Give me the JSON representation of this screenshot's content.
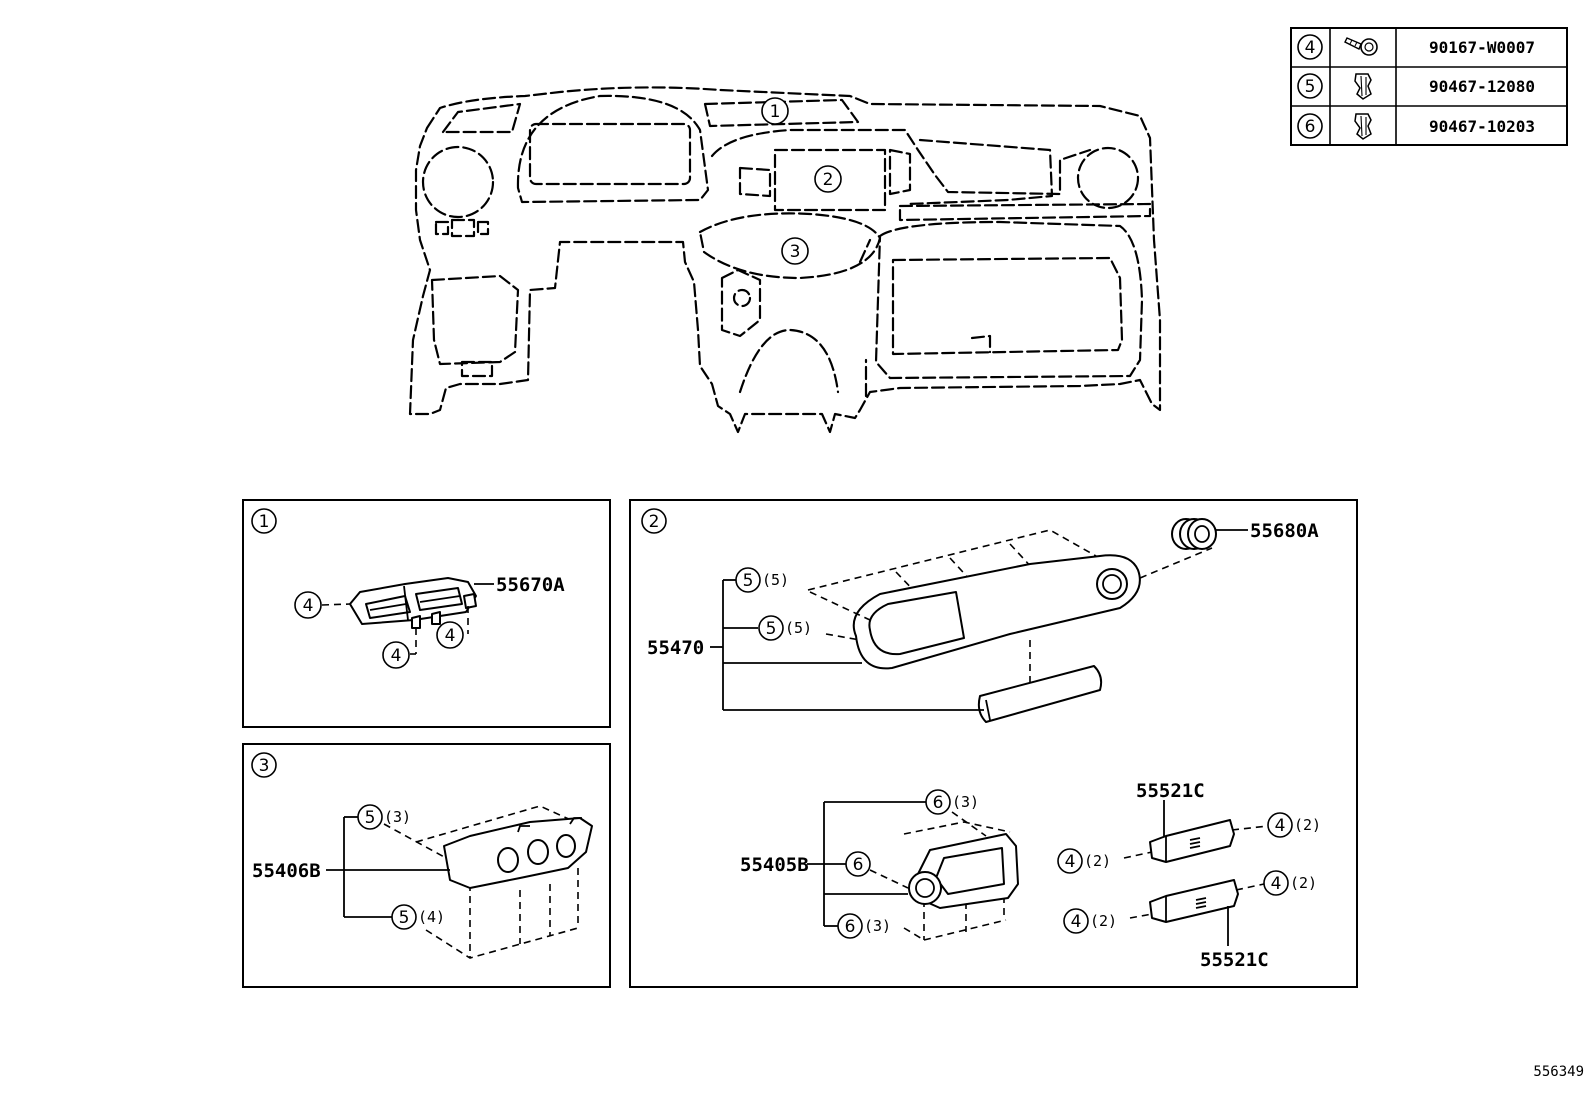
{
  "fastener_table": [
    {
      "ref": "4",
      "icon": "screw-icon",
      "part_no": "90167-W0007"
    },
    {
      "ref": "5",
      "icon": "clip-icon",
      "part_no": "90467-12080"
    },
    {
      "ref": "6",
      "icon": "clip-icon",
      "part_no": "90467-10203"
    }
  ],
  "overview": {
    "callouts": [
      "1",
      "2",
      "3"
    ]
  },
  "panel1": {
    "number": "1",
    "part": "55670A",
    "fasteners": [
      {
        "ref": "4",
        "qty": ""
      },
      {
        "ref": "4",
        "qty": ""
      },
      {
        "ref": "4",
        "qty": ""
      }
    ]
  },
  "panel2": {
    "number": "2",
    "parts": {
      "cluster_panel": "55470",
      "knob": "55680A",
      "sub_panel": "55405B",
      "switch_base_upper": "55521C",
      "switch_base_lower": "55521C"
    },
    "fasteners": {
      "p470_top": {
        "ref": "5",
        "qty": "(5)"
      },
      "p470_mid": {
        "ref": "5",
        "qty": "(5)"
      },
      "p405_top": {
        "ref": "6",
        "qty": "(3)"
      },
      "p405_mid": {
        "ref": "6",
        "qty": ""
      },
      "p405_bot": {
        "ref": "6",
        "qty": "(3)"
      },
      "sw_up_right": {
        "ref": "4",
        "qty": "(2)"
      },
      "sw_up_left": {
        "ref": "4",
        "qty": "(2)"
      },
      "sw_lo_right": {
        "ref": "4",
        "qty": "(2)"
      },
      "sw_lo_left": {
        "ref": "4",
        "qty": "(2)"
      }
    }
  },
  "panel3": {
    "number": "3",
    "part": "55406B",
    "fasteners": {
      "top": {
        "ref": "5",
        "qty": "(3)"
      },
      "bottom": {
        "ref": "5",
        "qty": "(4)"
      }
    }
  },
  "figure_number": "556349"
}
